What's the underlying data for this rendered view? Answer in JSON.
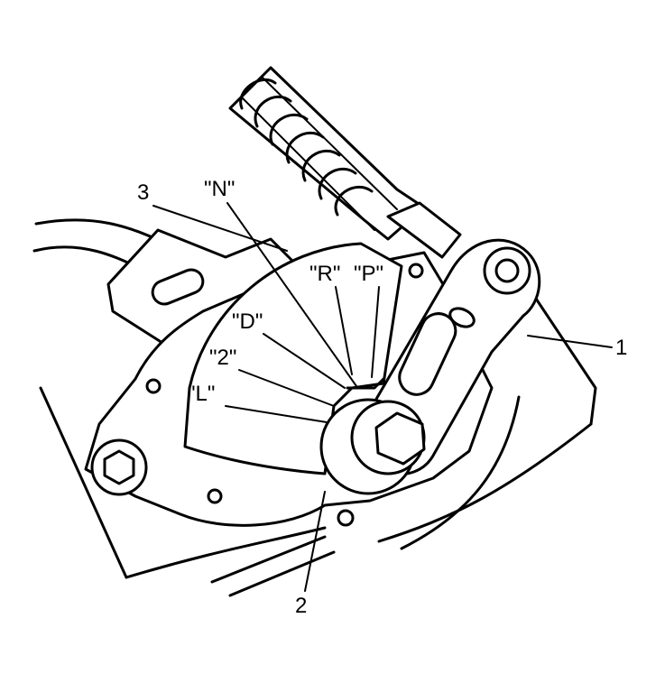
{
  "diagram": {
    "callouts": [
      {
        "id": "1",
        "text": "1"
      },
      {
        "id": "2",
        "text": "2"
      },
      {
        "id": "3",
        "text": "3"
      }
    ],
    "positions": [
      {
        "id": "N",
        "text": "\"N\""
      },
      {
        "id": "R",
        "text": "\"R\""
      },
      {
        "id": "P",
        "text": "\"P\""
      },
      {
        "id": "D",
        "text": "\"D\""
      },
      {
        "id": "2",
        "text": "\"2\""
      },
      {
        "id": "L",
        "text": "\"L\""
      }
    ]
  }
}
